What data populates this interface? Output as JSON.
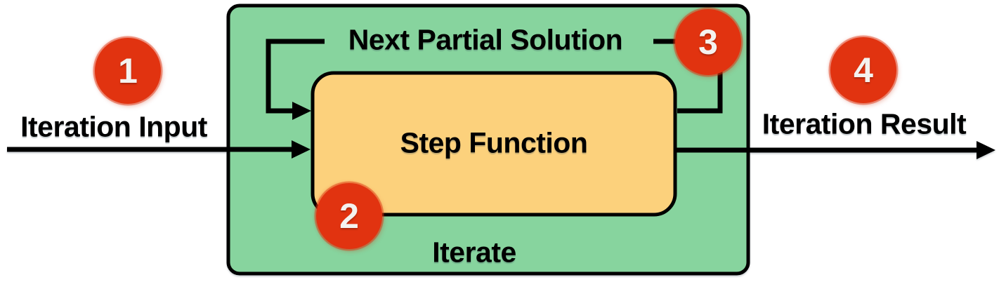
{
  "diagram": {
    "labels": {
      "iteration_input": "Iteration Input",
      "next_partial_solution": "Next Partial Solution",
      "step_function": "Step Function",
      "iterate": "Iterate",
      "iteration_result": "Iteration Result"
    },
    "badges": [
      {
        "number": "1"
      },
      {
        "number": "2"
      },
      {
        "number": "3"
      },
      {
        "number": "4"
      }
    ],
    "colors": {
      "green_box": "#87d49e",
      "yellow_box": "#fcd17c",
      "badge_red": "#e13310",
      "line_black": "#000000",
      "badge_text": "#f4f2ef"
    }
  }
}
